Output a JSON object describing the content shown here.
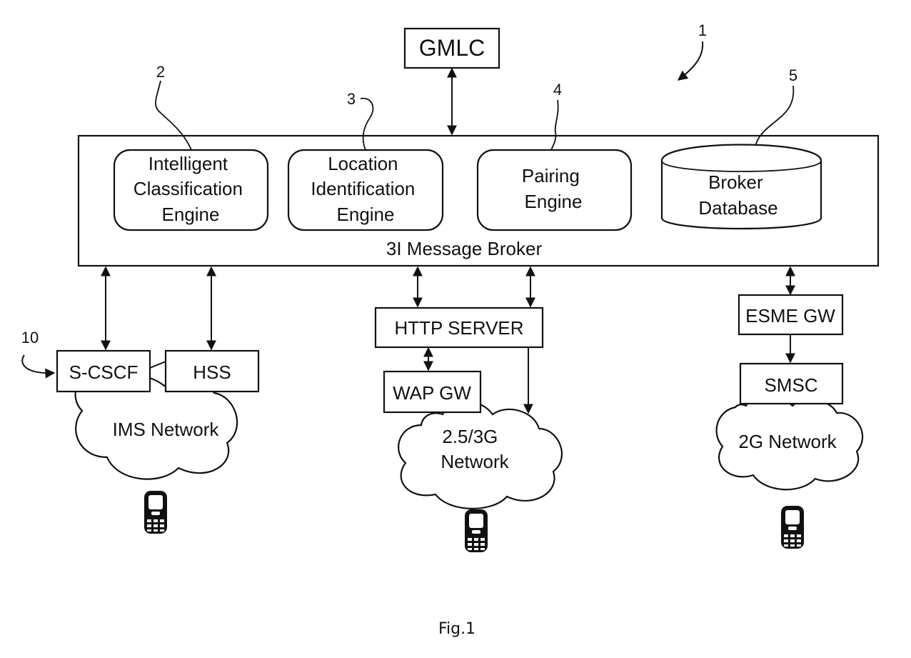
{
  "figure": {
    "refs": {
      "system": "1",
      "ice": "2",
      "lie": "3",
      "pairing": "4",
      "db": "5",
      "scscf": "10"
    },
    "gmlc": "GMLC",
    "broker_label": "3I Message Broker",
    "ice_lines": [
      "Intelligent",
      "Classification",
      "Engine"
    ],
    "lie_lines": [
      "Location",
      "Identification",
      "Engine"
    ],
    "pairing_lines": [
      "Pairing",
      "Engine"
    ],
    "db_lines": [
      "Broker",
      "Database"
    ],
    "scscf": "S-CSCF",
    "hss": "HSS",
    "http_server": "HTTP SERVER",
    "wap_gw": "WAP GW",
    "esme_gw": "ESME GW",
    "smsc": "SMSC",
    "ims_network": "IMS Network",
    "net25_lines": [
      "2.5/3G",
      "Network"
    ],
    "net2g": "2G Network",
    "caption": "Fig.1"
  }
}
